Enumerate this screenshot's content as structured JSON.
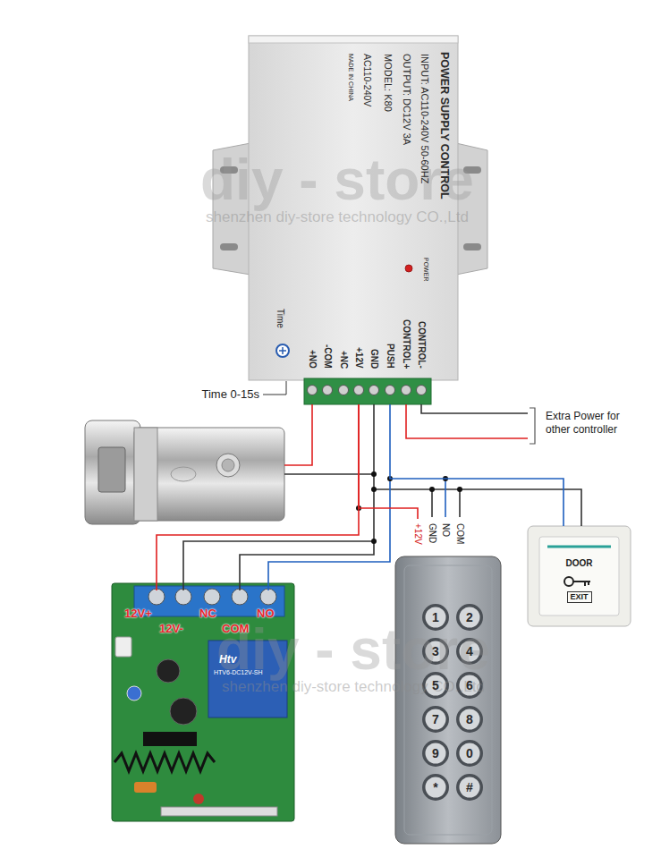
{
  "diagram": {
    "nodes": [
      {
        "text": [
          "POWER SUPPLY CONTROL",
          "INPUT: AC110-240V 50-60HZ",
          "OUTPUT: DC12V 3A",
          "MODEL: K80",
          "AC110-240V",
          "MADE IN CHINA",
          "POWER",
          "Time",
          "+NO",
          "-COM",
          "+NC",
          "+12V",
          "GND",
          "PUSH",
          "CONTROL+",
          "CONTROL-"
        ]
      },
      {
        "text": [
          "DOOR",
          "EXIT"
        ]
      },
      {
        "text": [
          "12V+",
          "12V-",
          "NC",
          "COM",
          "NO",
          "Htv",
          "HTV6-DC12V-SH"
        ]
      },
      {
        "text": [
          "+12V",
          "GND",
          "NO",
          "COM"
        ]
      },
      {
        "text": [
          "1"
        ],
        "in": 3
      },
      {
        "text": [
          "2"
        ],
        "in": 3
      },
      {
        "text": [
          "3"
        ],
        "in": 3
      },
      {
        "text": [
          "4"
        ],
        "in": 3
      },
      {
        "text": [
          "5"
        ],
        "in": 3
      },
      {
        "text": [
          "6"
        ],
        "in": 3
      },
      {
        "text": [
          "7"
        ],
        "in": 3
      },
      {
        "text": [
          "8"
        ],
        "in": 3
      },
      {
        "text": [
          "9"
        ],
        "in": 3
      },
      {
        "text": [
          "0"
        ],
        "in": 3
      },
      {
        "text": [
          "*"
        ],
        "in": 3
      },
      {
        "text": [
          "#"
        ],
        "in": 3
      }
    ],
    "edges": [
      {
        "from": 0,
        "to": 1,
        "arrow": "none"
      },
      {
        "from": 0,
        "to": 2,
        "arrow": "none"
      },
      {
        "from": 0,
        "to": 3,
        "arrow": "none"
      }
    ],
    "labels": [
      "diy - store",
      "shenzhen diy-store technology CO.,Ltd",
      "Time 0-15s",
      "Extra Power for other controller",
      "diy - store",
      "shenzhen diy-store technology CO.,Ltd"
    ]
  }
}
